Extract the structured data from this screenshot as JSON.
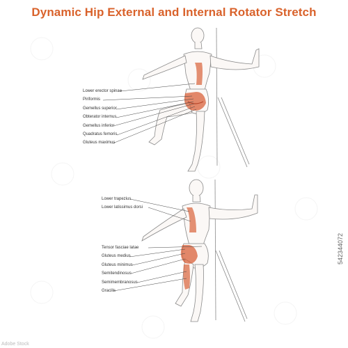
{
  "title": "Dynamic Hip External and Internal Rotator Stretch",
  "colors": {
    "title": "#d9622b",
    "muscle": "#d9623a",
    "muscle_dark": "#b8462a",
    "skin_line": "#8a8a8a",
    "leader": "#444444"
  },
  "figure1_labels": [
    "Lower erector spinae",
    "Piriformis",
    "Gemellus superior",
    "Obterator internus",
    "Gemellus inferior",
    "Quadratus femoris",
    "Gluteus maximus"
  ],
  "figure2_labels_upper": [
    "Lower trapezius",
    "Lower latissimus dorsi"
  ],
  "figure2_labels_lower": [
    "Tensor fasciae latae",
    "Gluteus medius",
    "Gluteus minimus",
    "Semitendinosus",
    "Semimembranosus",
    "Gracilis"
  ],
  "stock_id": "542344072",
  "watermark_text": "Adobe Stock"
}
